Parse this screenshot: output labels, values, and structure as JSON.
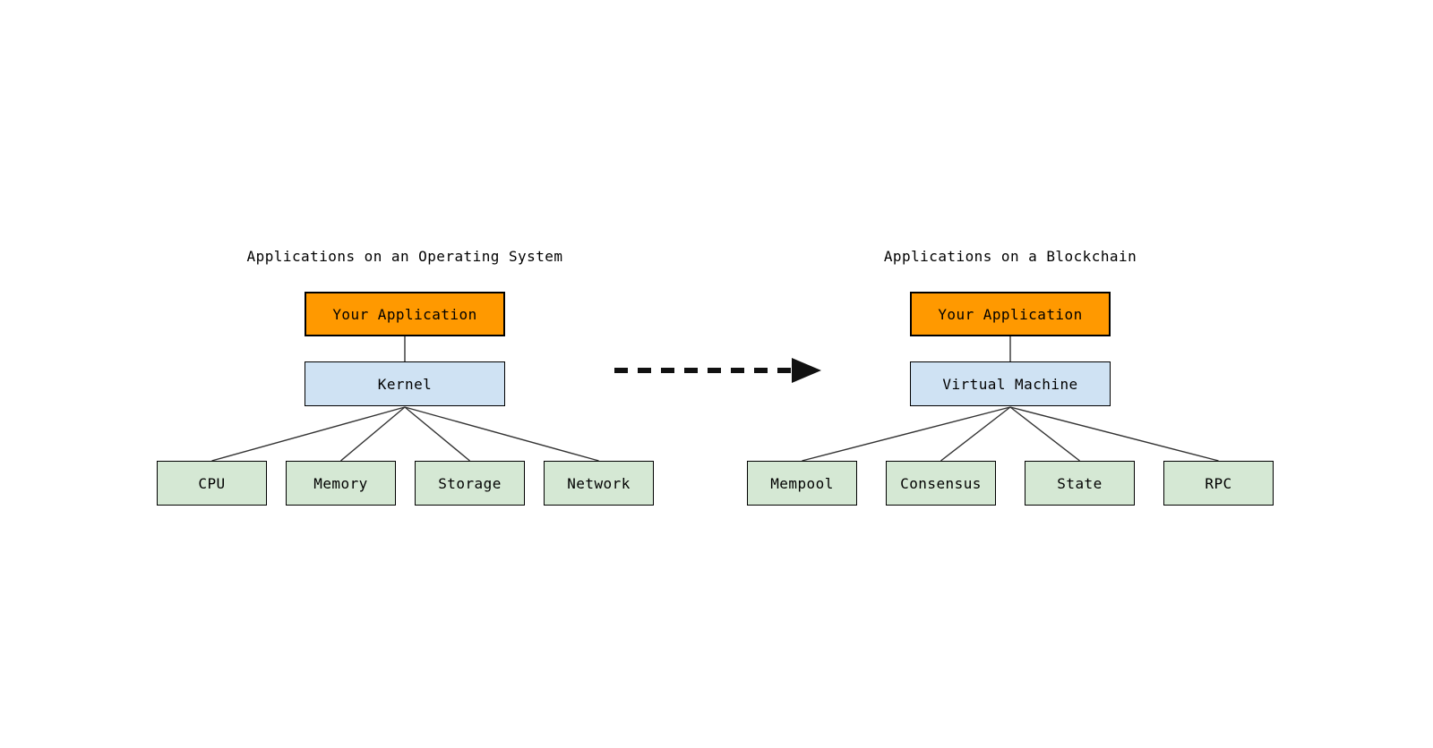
{
  "colors": {
    "background": "#ffffff",
    "application_box_fill": "#ff9900",
    "platform_box_fill": "#cfe2f3",
    "component_box_fill": "#d5e8d4",
    "box_border": "#000000",
    "connector_line": "#333333",
    "arrow": "#111111",
    "text": "#000000"
  },
  "diagrams": [
    {
      "title": "Applications on an Operating System",
      "application_label": "Your Application",
      "platform_label": "Kernel",
      "components": [
        "CPU",
        "Memory",
        "Storage",
        "Network"
      ]
    },
    {
      "title": "Applications on a Blockchain",
      "application_label": "Your Application",
      "platform_label": "Virtual Machine",
      "components": [
        "Mempool",
        "Consensus",
        "State",
        "RPC"
      ]
    }
  ],
  "arrow": {
    "style": "dashed",
    "direction": "right"
  }
}
